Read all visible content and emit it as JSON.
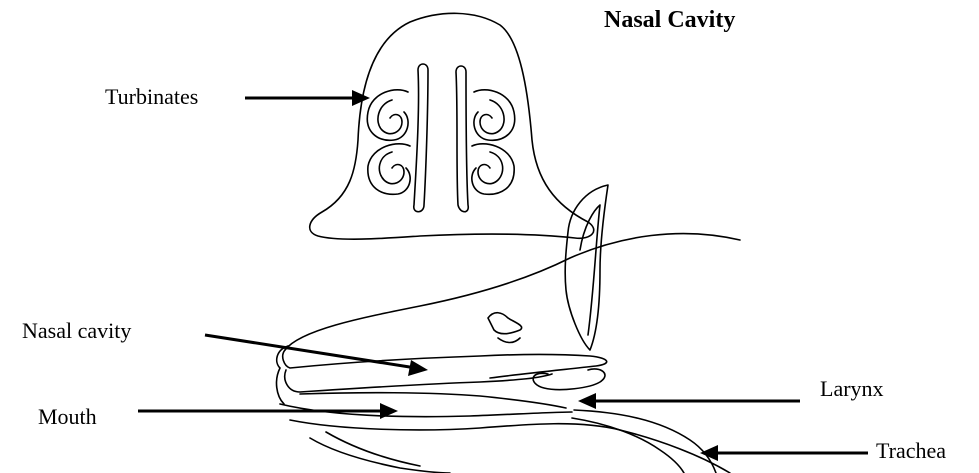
{
  "title": "Nasal Cavity",
  "labels": {
    "turbinates": "Turbinates",
    "nasal_cavity": "Nasal cavity",
    "mouth": "Mouth",
    "larynx": "Larynx",
    "trachea": "Trachea"
  },
  "colors": {
    "ink": "#000000",
    "background": "#ffffff"
  }
}
